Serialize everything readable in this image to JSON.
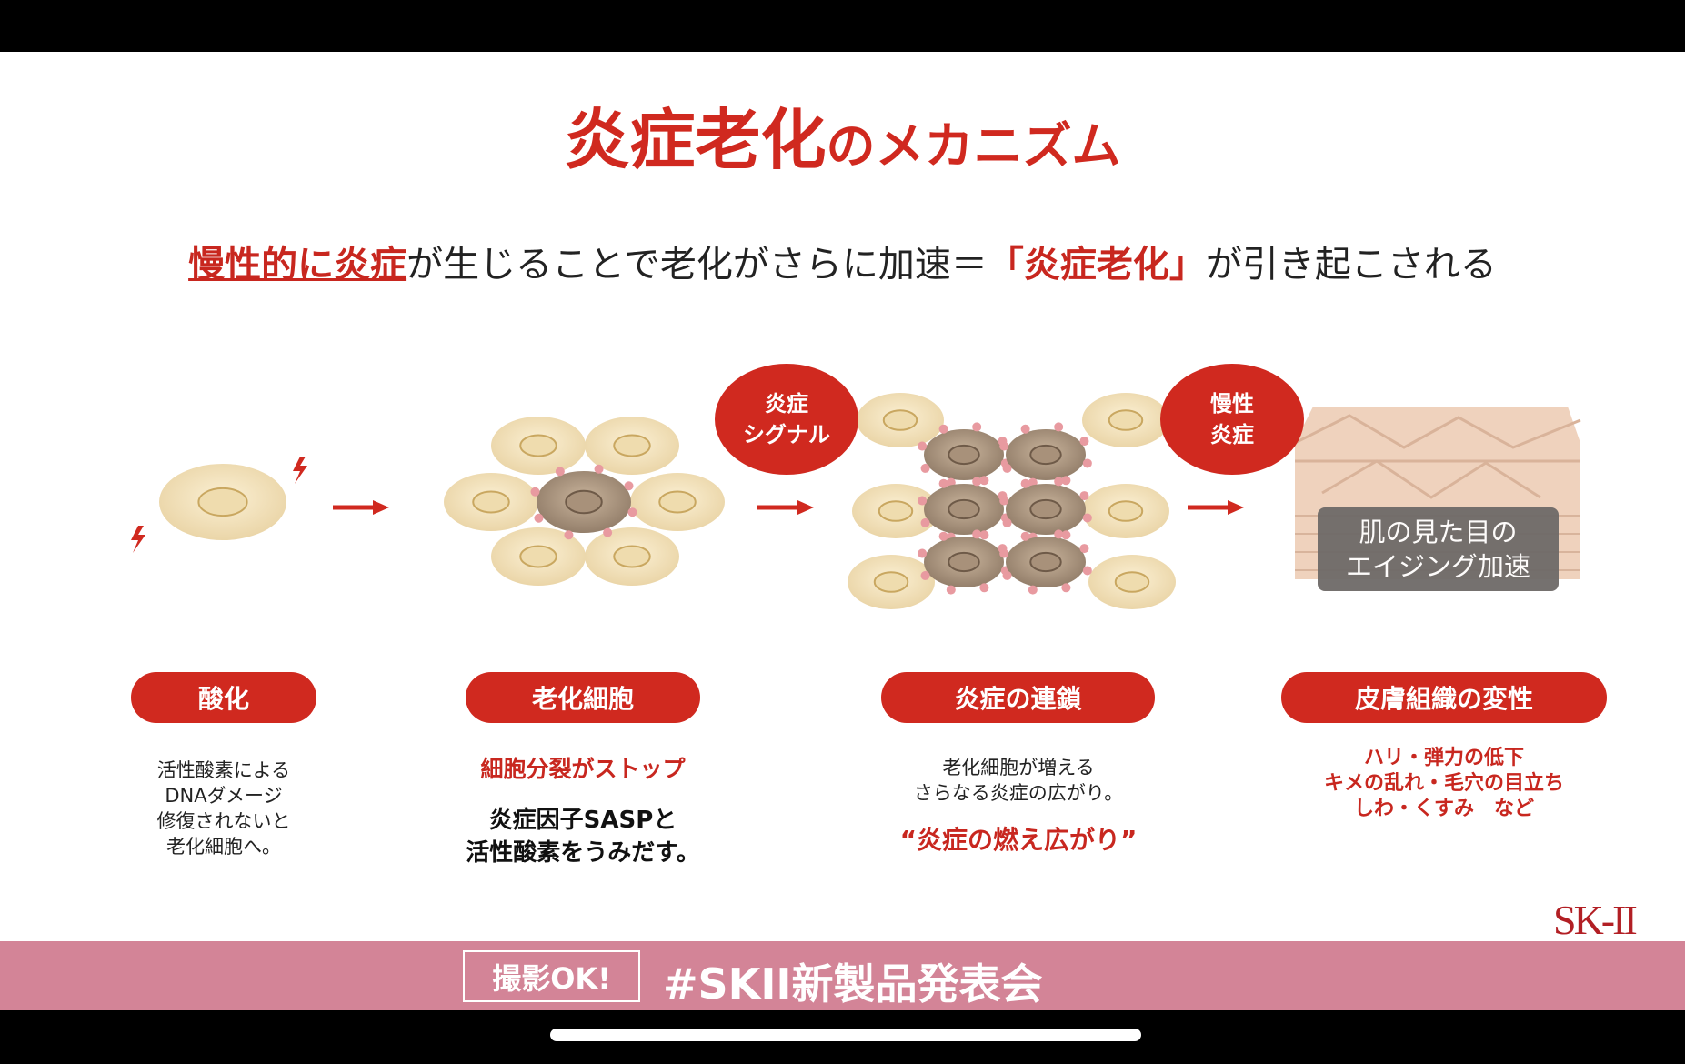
{
  "title": {
    "main": "炎症老化",
    "suffix": "のメカニズム"
  },
  "subtitle": {
    "part1": "慢性的に炎症",
    "part2": "が生じることで老化がさらに加速＝",
    "part3": "「炎症老化」",
    "part4": "が引き起こされる"
  },
  "bubbles": [
    "炎症\nシグナル",
    "慢性\n炎症"
  ],
  "skin_label": "肌の見た目の\nエイジング加速",
  "stages": [
    {
      "label": "酸化",
      "desc": "活性酸素による\nDNAダメージ\n修復されないと\n老化細胞へ。"
    },
    {
      "label": "老化細胞",
      "highlight": "細胞分裂がストップ",
      "desc": "炎症因子SASPと\n活性酸素をうみだす。"
    },
    {
      "label": "炎症の連鎖",
      "desc": "老化細胞が増える\nさらなる炎症の広がり。",
      "highlight": "“炎症の燃え広がり”"
    },
    {
      "label": "皮膚組織の変性",
      "highlight": "ハリ・弾力の低下\nキメの乱れ・毛穴の目立ち\nしわ・くすみ　など"
    }
  ],
  "logo": "SK-II",
  "banner": {
    "badge": "撮影OK!",
    "hashtag": "#SKII新製品発表会"
  },
  "colors": {
    "accent": "#d0291f",
    "band": "#d38497"
  }
}
